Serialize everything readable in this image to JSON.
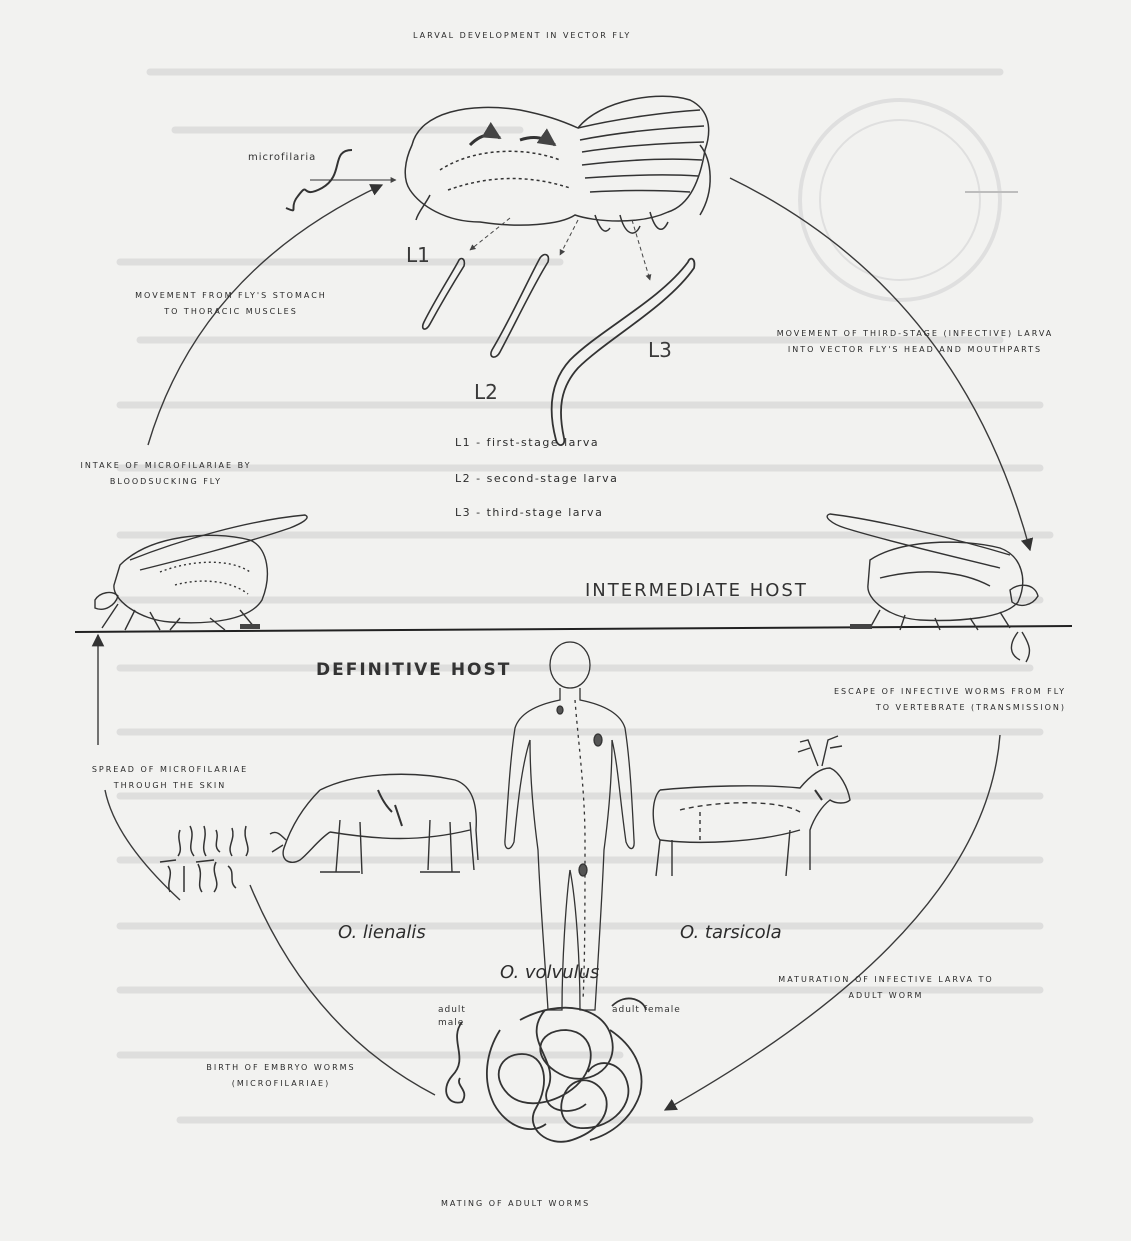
{
  "diagram": {
    "title_top": "LARVAL DEVELOPMENT IN VECTOR FLY",
    "microfilaria_label": "microfilaria",
    "stages": {
      "l1": "L1",
      "l2": "L2",
      "l3": "L3"
    },
    "legend": [
      "L1 - first-stage larva",
      "L2 - second-stage larva",
      "L3 - third-stage larva"
    ],
    "hosts": {
      "intermediate": "INTERMEDIATE HOST",
      "definitive": "DEFINITIVE HOST"
    },
    "species": {
      "cow": "O. lienalis",
      "human": "O. volvulus",
      "deer": "O. tarsicola"
    },
    "worm_labels": {
      "male": "adult male",
      "female": "adult female"
    },
    "steps": {
      "movement_stomach": "MOVEMENT FROM FLY'S STOMACH TO THORACIC MUSCLES",
      "movement_third_stage": "MOVEMENT OF THIRD-STAGE (INFECTIVE) LARVA INTO VECTOR FLY'S HEAD AND MOUTHPARTS",
      "intake": "INTAKE OF MICROFILARIAE BY BLOODSUCKING FLY",
      "escape": "ESCAPE OF INFECTIVE WORMS FROM FLY TO VERTEBRATE (TRANSMISSION)",
      "spread": "SPREAD OF MICROFILARIAE THROUGH THE SKIN",
      "maturation": "MATURATION OF INFECTIVE LARVA TO ADULT WORM",
      "birth": "BIRTH OF EMBRYO WORMS (MICROFILARIAE)",
      "mating": "MATING OF ADULT WORMS"
    }
  }
}
